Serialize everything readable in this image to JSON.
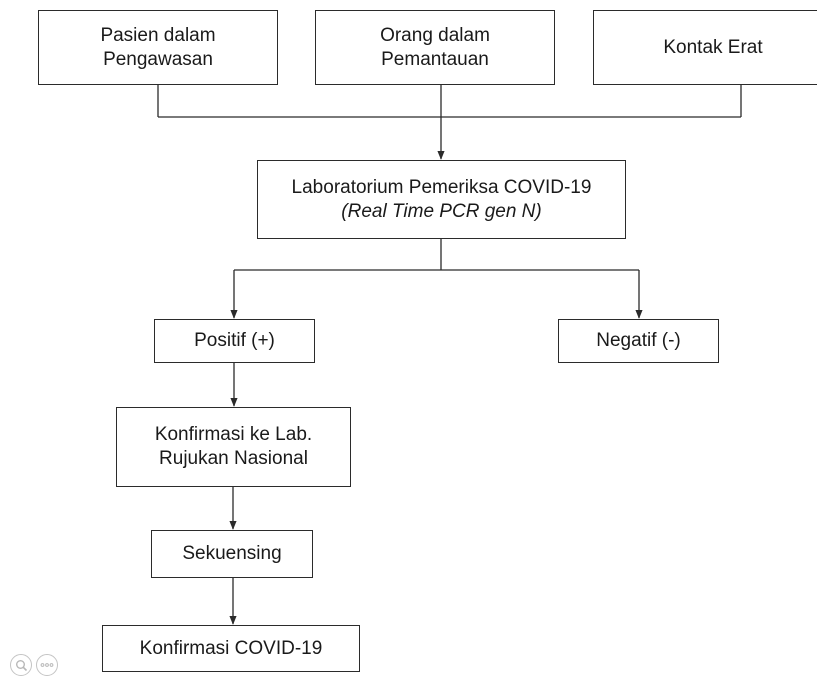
{
  "diagram": {
    "sources": [
      {
        "lines": [
          "Pasien dalam",
          "Pengawasan"
        ]
      },
      {
        "lines": [
          "Orang dalam",
          "Pemantauan"
        ]
      },
      {
        "lines": [
          "Kontak Erat"
        ]
      }
    ],
    "lab": {
      "line1": "Laboratorium Pemeriksa COVID-19",
      "line2": "(Real Time PCR gen N)"
    },
    "positive": "Positif (+)",
    "negative": "Negatif (-)",
    "referral": {
      "lines": [
        "Konfirmasi ke Lab.",
        "Rujukan Nasional"
      ]
    },
    "sequencing": "Sekuensing",
    "confirmation": "Konfirmasi COVID-19"
  },
  "viewer": {
    "zoom_icon": "magnifier-icon",
    "more_icon": "more-options-icon"
  }
}
